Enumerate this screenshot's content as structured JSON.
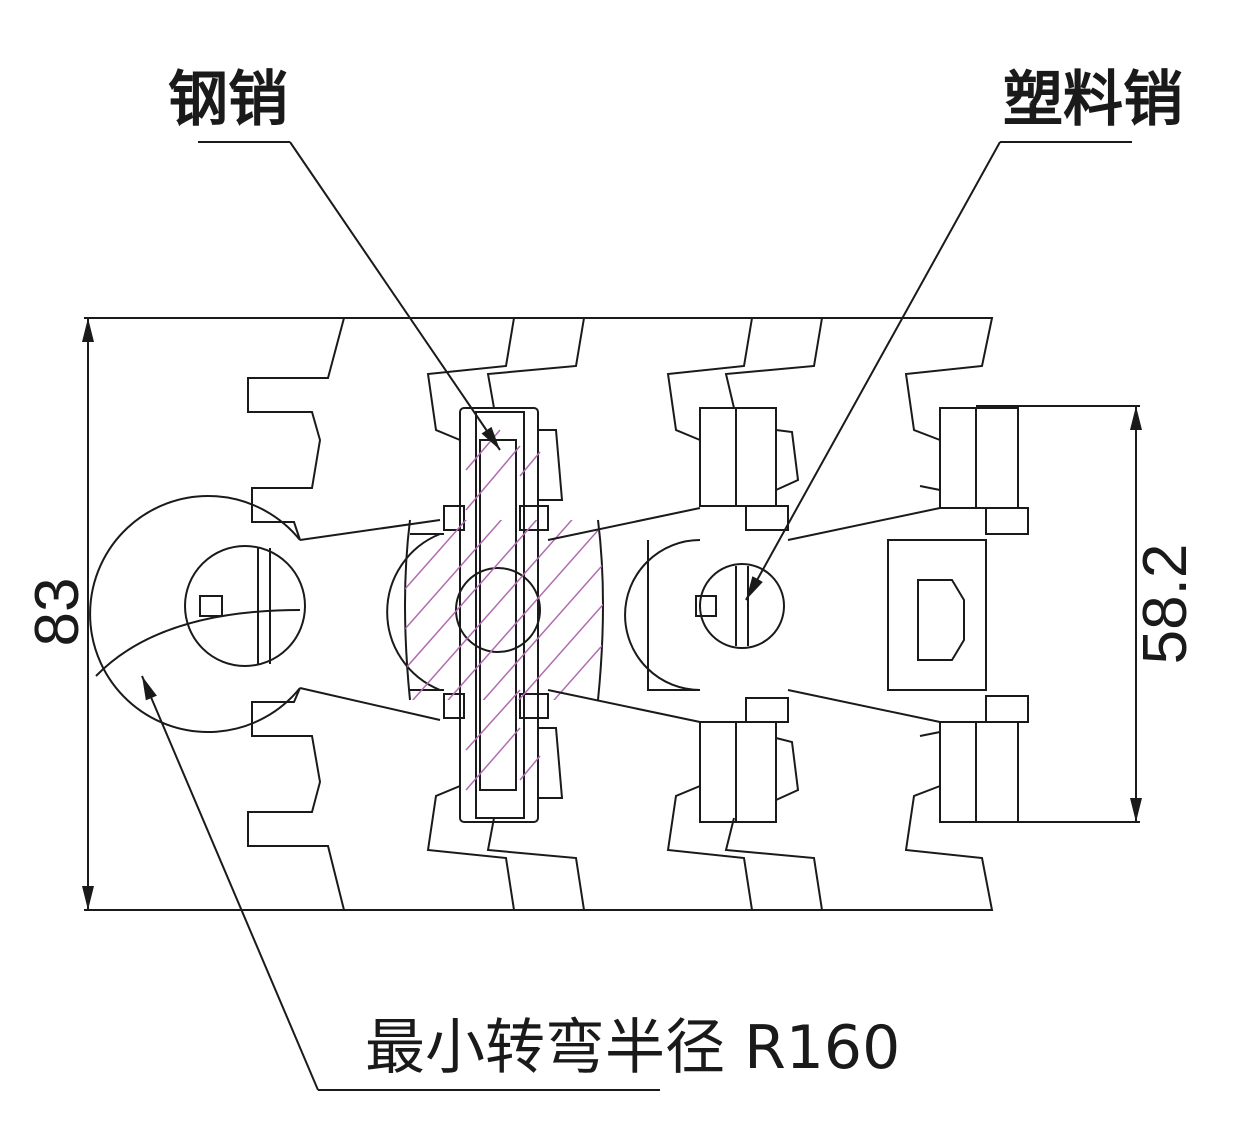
{
  "labels": {
    "steel_pin": "钢销",
    "plastic_pin": "塑料销",
    "min_turn_radius": "最小转弯半径 R160"
  },
  "dimensions": {
    "overall_height": "83",
    "pin_length": "58.2"
  },
  "colors": {
    "line": "#1a1a1a",
    "hatch": "#b06cb0",
    "background": "#ffffff"
  }
}
